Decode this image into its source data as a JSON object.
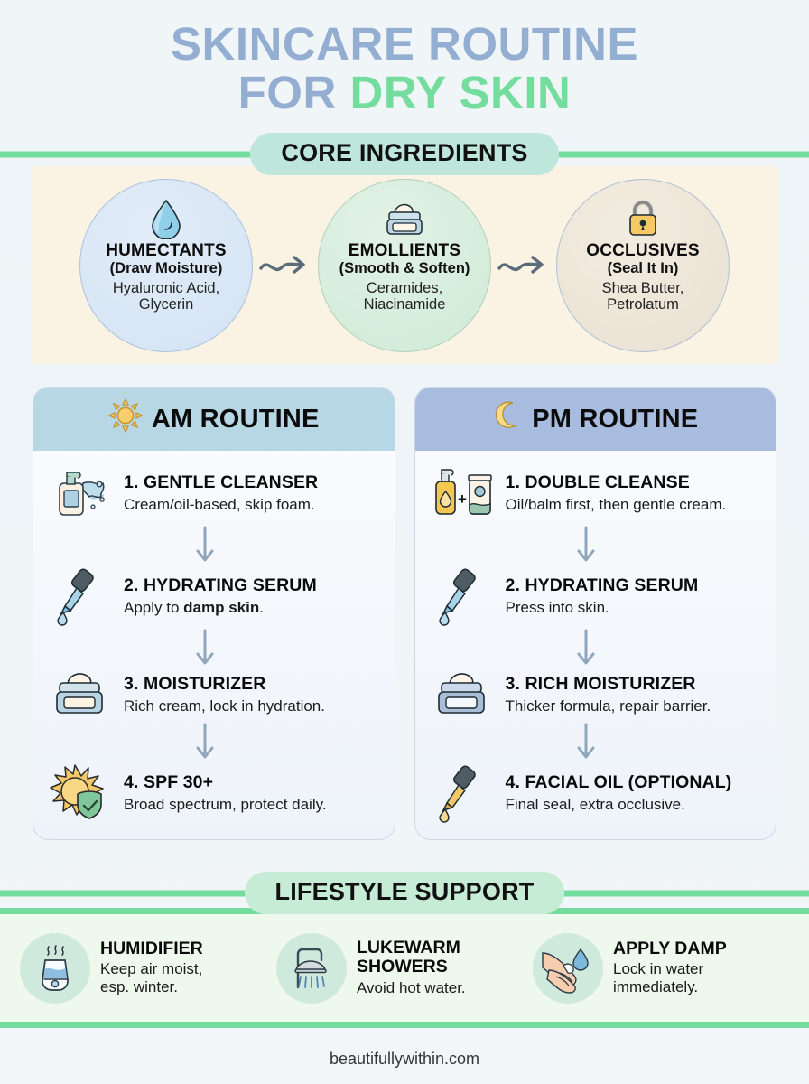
{
  "header": {
    "title_line1": "SKINCARE ROUTINE",
    "title_line2_prefix": "FOR ",
    "title_line2_highlight": "DRY SKIN",
    "color_primary": "#93aed1",
    "color_highlight": "#74dd9e"
  },
  "core": {
    "badge": "CORE INGREDIENTS",
    "band_color": "#faf3e4",
    "items": [
      {
        "icon": "water-drop-icon",
        "title": "HUMECTANTS",
        "subtitle": "(Draw Moisture)",
        "desc": "Hyaluronic Acid,\nGlycerin",
        "desc_line1": "Hyaluronic Acid,",
        "desc_line2": "Glycerin",
        "circle_color": "#d3e3f4"
      },
      {
        "icon": "cream-jar-icon",
        "title": "EMOLLIENTS",
        "subtitle": "(Smooth & Soften)",
        "desc_line1": "Ceramides,",
        "desc_line2": "Niacinamide",
        "circle_color": "#cfead6"
      },
      {
        "icon": "padlock-icon",
        "title": "OCCLUSIVES",
        "subtitle": "(Seal It In)",
        "desc_line1": "Shea Butter,",
        "desc_line2": "Petrolatum",
        "circle_color": "#e9e1d2"
      }
    ],
    "connector_icon": "wavy-arrow-icon"
  },
  "routines": [
    {
      "id": "am",
      "icon": "sun-icon",
      "title": "AM ROUTINE",
      "header_color": "#b6d7e3",
      "steps": [
        {
          "icon": "pump-bottle-splash-icon",
          "title": "1. GENTLE CLEANSER",
          "desc": "Cream/oil-based, skip foam."
        },
        {
          "icon": "dropper-icon",
          "title": "2. HYDRATING SERUM",
          "desc_pre": "Apply to ",
          "desc_bold": "damp skin",
          "desc_post": "."
        },
        {
          "icon": "cream-jar-icon",
          "title": "3. MOISTURIZER",
          "desc": "Rich cream, lock in hydration."
        },
        {
          "icon": "sun-shield-icon",
          "title": "4. SPF 30+",
          "desc": "Broad spectrum, protect daily."
        }
      ]
    },
    {
      "id": "pm",
      "icon": "moon-icon",
      "title": "PM ROUTINE",
      "header_color": "#a8bcdf",
      "steps": [
        {
          "icon": "oil-bottle-plus-tube-icon",
          "title": "1. DOUBLE CLEANSE",
          "desc": "Oil/balm first, then gentle cream."
        },
        {
          "icon": "dropper-icon",
          "title": "2. HYDRATING SERUM",
          "desc": "Press into skin."
        },
        {
          "icon": "cream-jar-blue-icon",
          "title": "3. RICH MOISTURIZER",
          "desc": "Thicker formula, repair barrier."
        },
        {
          "icon": "dropper-oil-icon",
          "title": "4. FACIAL OIL (OPTIONAL)",
          "desc": "Final seal, extra occlusive."
        }
      ]
    }
  ],
  "lifestyle": {
    "badge": "LIFESTYLE SUPPORT",
    "band_color": "#eff8ec",
    "items": [
      {
        "icon": "humidifier-icon",
        "title": "HUMIDIFIER",
        "desc_line1": "Keep air moist,",
        "desc_line2": "esp. winter."
      },
      {
        "icon": "shower-icon",
        "title_line1": "LUKEWARM",
        "title_line2": "SHOWERS",
        "desc_line1": "Avoid hot water.",
        "desc_line2": ""
      },
      {
        "icon": "apply-lotion-hand-icon",
        "title": "APPLY DAMP",
        "desc_line1": "Lock in water",
        "desc_line2": "immediately."
      }
    ]
  },
  "footer": {
    "site": "beautifullywithin.com"
  }
}
